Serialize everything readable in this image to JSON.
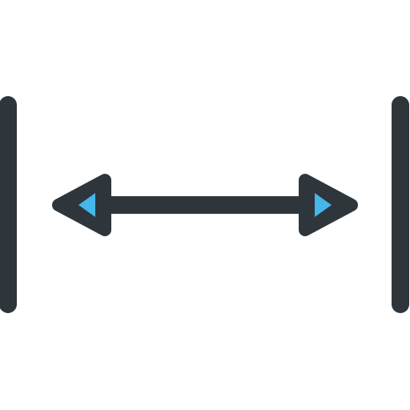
{
  "icon": {
    "name": "horizontal-width-measure-icon",
    "parts": [
      "left-boundary-line",
      "right-boundary-line",
      "double-headed-arrow"
    ]
  },
  "colors": {
    "background": "#ffffff",
    "stroke": "#2e363b",
    "accent": "#45b7ea"
  }
}
